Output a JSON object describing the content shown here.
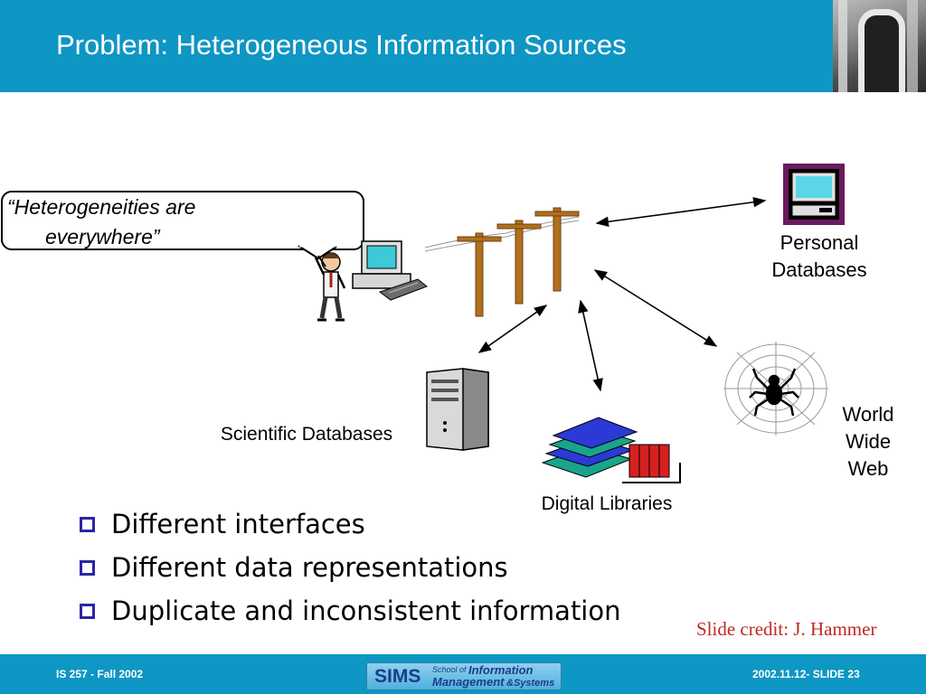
{
  "slide": {
    "title": "Problem: Heterogeneous Information Sources"
  },
  "callout": {
    "line1": "“Heterogeneities are",
    "line2": "everywhere”"
  },
  "sources": {
    "personal": [
      "Personal",
      "Databases"
    ],
    "web": [
      "World",
      "Wide",
      "Web"
    ],
    "scientific": "Scientific Databases",
    "digital": "Digital Libraries"
  },
  "bullets": [
    "Different interfaces",
    "Different data representations",
    "Duplicate and inconsistent information"
  ],
  "credit": "Slide credit: J. Hammer",
  "footer": {
    "left": "IS 257 - Fall 2002",
    "right": "2002.11.12- SLIDE 23",
    "logo": {
      "sims": "SIMS",
      "school_of": "School of",
      "information": "Information",
      "management": "Management",
      "systems": "&Systems"
    }
  },
  "colors": {
    "header": "#0e96c4",
    "bullet_square": "#2b24a8",
    "credit": "#c0281e"
  },
  "icons": [
    "campus-photo",
    "person-icon",
    "workstation-icon",
    "telephone-poles-icon",
    "personal-computer-icon",
    "spider-web-icon",
    "server-tower-icon",
    "books-icon"
  ]
}
